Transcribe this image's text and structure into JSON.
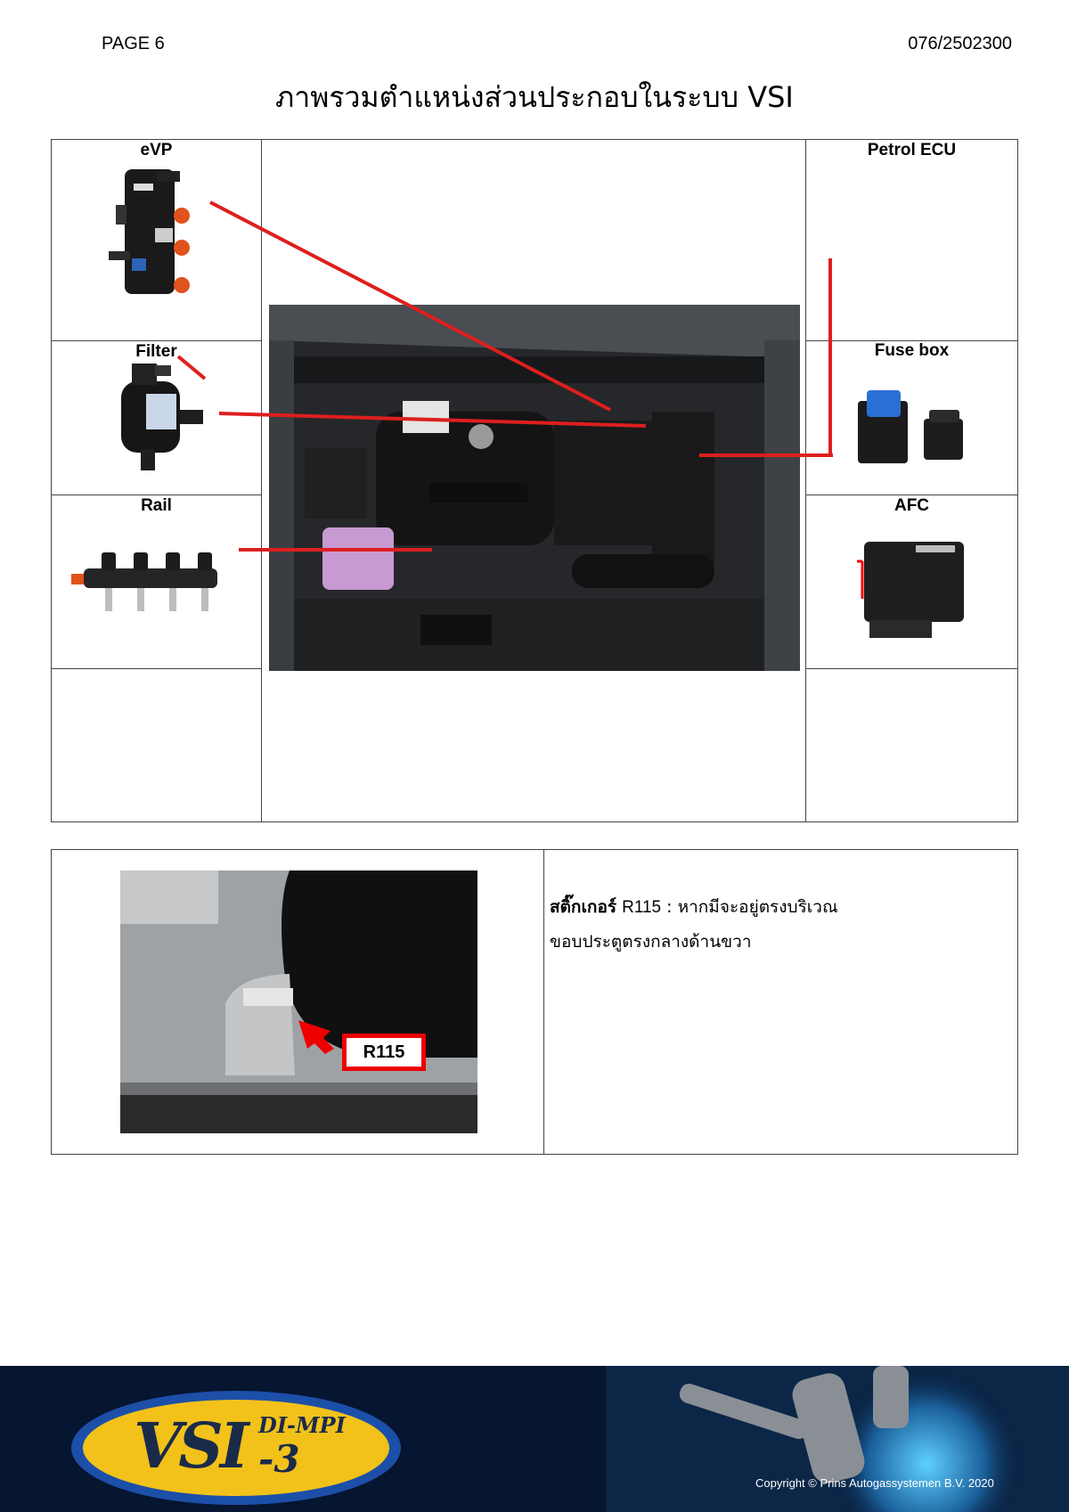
{
  "header": {
    "page": "PAGE 6",
    "docno": "076/2502300"
  },
  "title": "ภาพรวมตำแหน่งส่วนประกอบในระบบ VSI",
  "components": {
    "evp": "eVP",
    "filter": "Filter",
    "rail": "Rail",
    "petrol_ecu": "Petrol ECU",
    "fuse_box": "Fuse box",
    "afc": "AFC"
  },
  "sticker": {
    "label": "R115",
    "note_bold": "สติ๊กเกอร์",
    "note_code": "R115",
    "note_rest": " : หากมีจะอยู่ตรงบริเวณ",
    "note_line2": "ขอบประตูตรงกลางด้านขวา"
  },
  "footer": {
    "logo_main": "VSI",
    "logo_sup": "DI-MPI",
    "logo_sub": "-3",
    "copyright": "Copyright © Prins Autogassystemen B.V. 2020"
  },
  "colors": {
    "accent": "#dd1f1f",
    "footer_bg": "#061530",
    "logo_yellow": "#f2c21a",
    "logo_blue": "#1c4fa8"
  }
}
